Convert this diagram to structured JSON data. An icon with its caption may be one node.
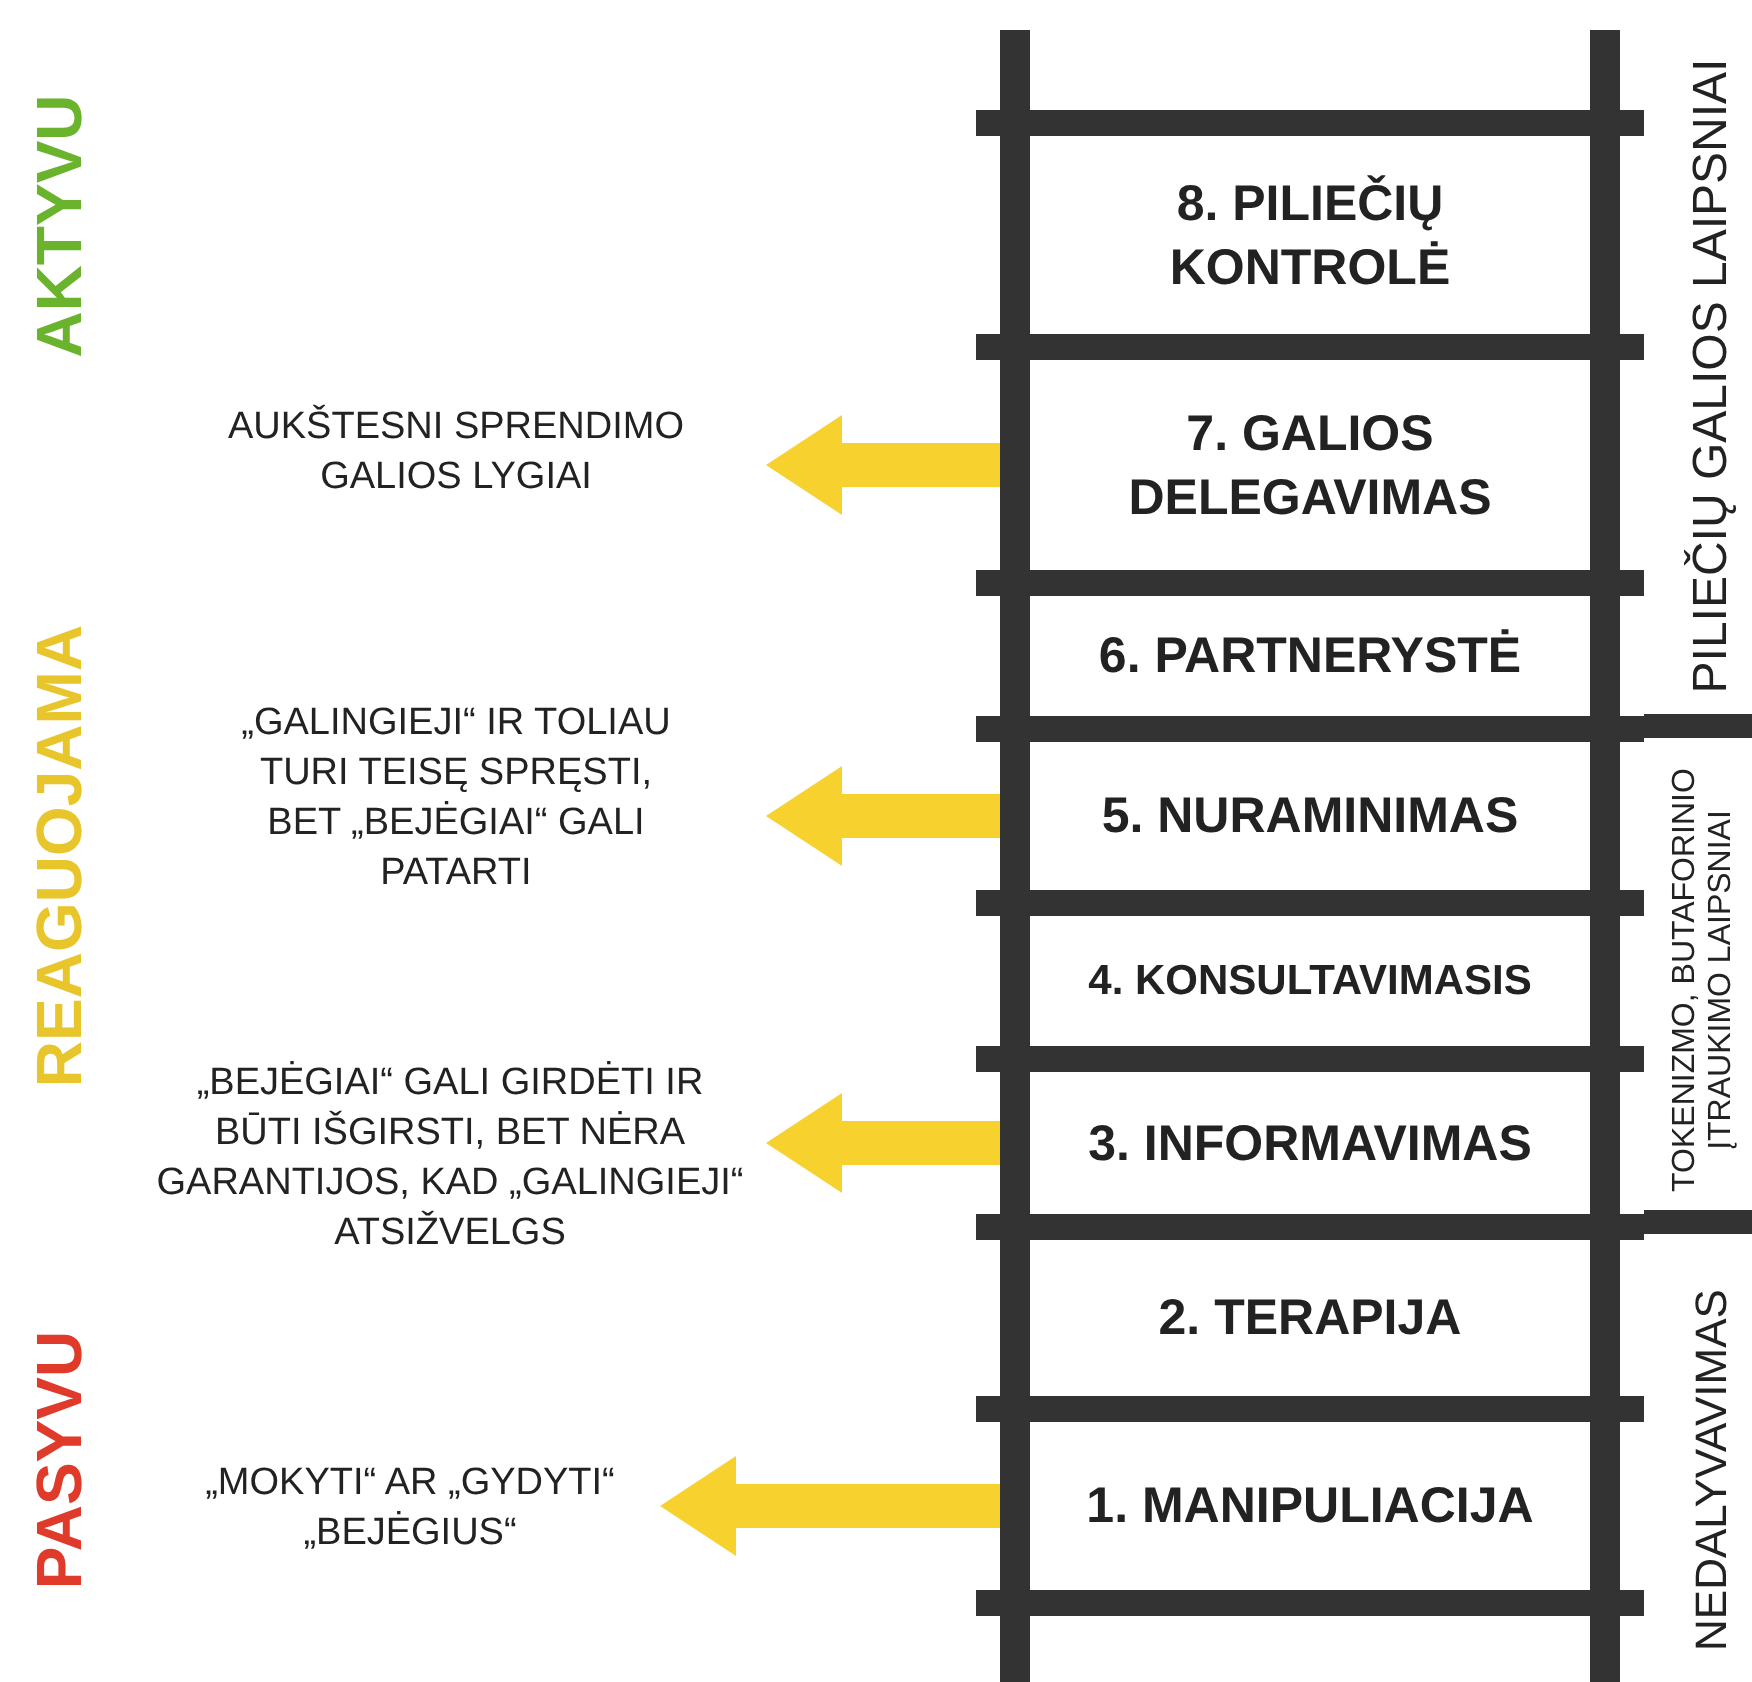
{
  "diagram": {
    "nodes": [
      {
        "text": [
          "8. PILIEČIŲ KONTROLĖ"
        ]
      },
      {
        "text": [
          "AUKŠTESNI SPRENDIMO GALIOS LYGIAI"
        ]
      },
      {
        "text": [
          "7. GALIOS DELEGAVIMAS"
        ]
      },
      {
        "text": [
          "6. PARTNERYSTĖ"
        ]
      },
      {
        "text": [
          "„GALINGIEJI“ IR TOLIAU TURI TEISĘ SPRĘSTI, BET „BEJĖGIAI“ GALI PATARTI"
        ]
      },
      {
        "text": [
          "5. NURAMINIMAS"
        ]
      },
      {
        "text": [
          "4. KONSULTAVIMASIS"
        ]
      },
      {
        "text": [
          "„BEJĖGIAI“ GALI GIRDĖTI IR BŪTI IŠGIRSTI, BET NĖRA GARANTIJOS, KAD „GALINGIEJI“ ATSIŽVELGS"
        ]
      },
      {
        "text": [
          "3. INFORMAVIMAS"
        ]
      },
      {
        "text": [
          "2. TERAPIJA"
        ]
      },
      {
        "text": [
          "„MOKYTI“ AR „GYDYTI“ „BEJĖGIUS“"
        ]
      },
      {
        "text": [
          "1. MANIPULIACIJA"
        ]
      }
    ],
    "edges": [
      {
        "from": 2,
        "to": 1,
        "arrow": "to"
      },
      {
        "from": 5,
        "to": 4,
        "arrow": "to"
      },
      {
        "from": 8,
        "to": 7,
        "arrow": "to"
      },
      {
        "from": 11,
        "to": 10,
        "arrow": "to"
      }
    ],
    "labels": [
      "AKTYVU",
      "PILIEČIŲ GALIOS LAIPSNIAI",
      "REAGUOJAMA",
      "TOKENIZMO, BUTAFORINIO ĮTRAUKIMO LAIPSNIAI",
      "PASYVU",
      "NEDALYVAVIMAS"
    ]
  }
}
